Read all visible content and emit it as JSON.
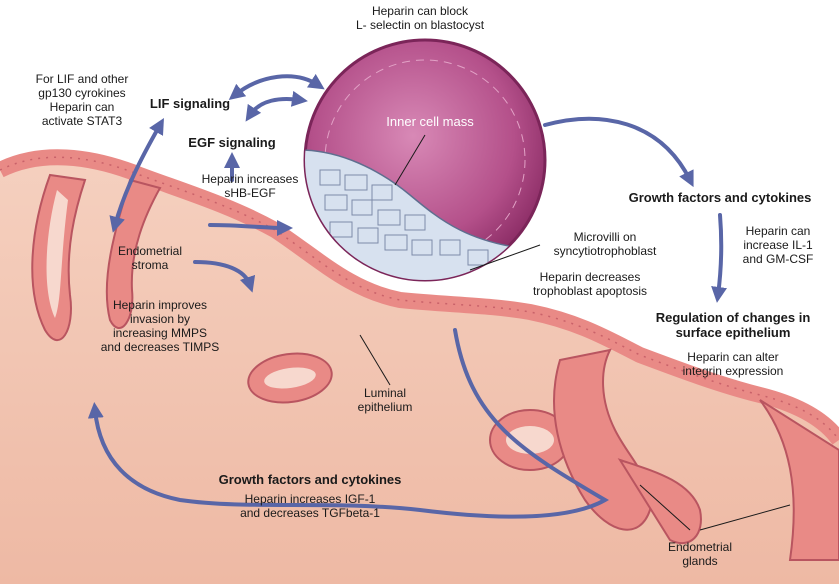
{
  "labels": {
    "heparin_block": "Heparin can block\nL- selectin on blastocyst",
    "lif_gp130": "For LIF and other\ngp130 cyrokines\nHeparin can\nactivate STAT3",
    "lif_signaling": "LIF signaling",
    "egf_signaling": "EGF signaling",
    "heparin_shb_egf": "Heparin increases\nsHB-EGF",
    "inner_cell_mass": "Inner cell mass",
    "microvilli": "Microvilli on\nsyncytiotrophoblast",
    "trophoblast_apoptosis": "Heparin decreases\ntrophoblast apoptosis",
    "growth_factors_right": "Growth factors and cytokines",
    "heparin_il1": "Heparin can\nincrease IL-1\nand GM-CSF",
    "regulation": "Regulation of changes in\nsurface epithelium",
    "integrin": "Heparin can alter\nintegrin expression",
    "endometrial_stroma": "Endometrial\nstroma",
    "invasion": "Heparin improves\ninvasion by\nincreasing MMPS\nand decreases TIMPS",
    "luminal_epithelium": "Luminal\nepithelium",
    "growth_factors_bottom": "Growth factors and cytokines",
    "igf": "Heparin increases IGF-1\nand decreases TGFbeta-1",
    "endometrial_glands": "Endometrial\nglands"
  },
  "colors": {
    "tissue": "#f2c5b2",
    "epithelium": "#e98a86",
    "trophectoderm": "#b24680",
    "inner_cell_mass": "#d7e1ef",
    "arrow": "#5966a7"
  }
}
